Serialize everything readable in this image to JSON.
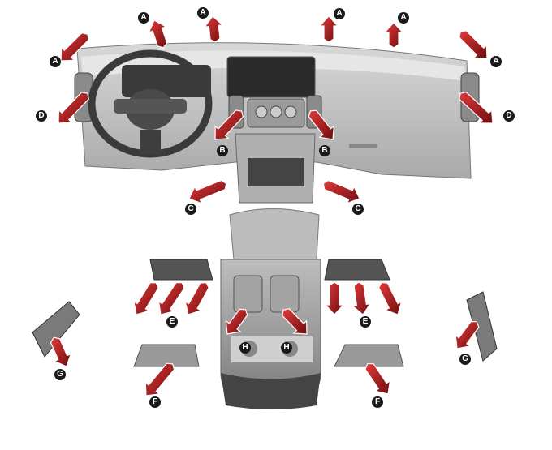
{
  "title": "Air vents diagram",
  "labels": {
    "a1": "A",
    "a2": "A",
    "a3": "A",
    "a4": "A",
    "a5": "A",
    "a6": "A",
    "b1": "B",
    "b2": "B",
    "c1": "C",
    "c2": "C",
    "d1": "D",
    "d2": "D",
    "e1": "E",
    "e2": "E",
    "f1": "F",
    "f2": "F",
    "g1": "G",
    "g2": "G",
    "h1": "H",
    "h2": "H"
  },
  "colors": {
    "arrow": "#b3191e",
    "arrow_dark": "#5a0a0c",
    "body": "#c9c9c9",
    "label": "#1a1a1a"
  }
}
